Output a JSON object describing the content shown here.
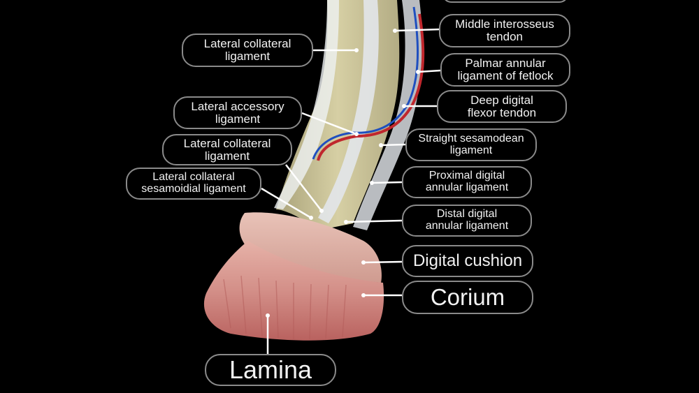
{
  "labels": {
    "middle_interosseus": "Middle interosseus\ntendon",
    "lateral_collateral_top": "Lateral collateral\nligament",
    "palmar_annular": "Palmar annular\nligament of fetlock",
    "deep_digital_flexor": "Deep digital\nflexor tendon",
    "lateral_accessory": "Lateral accessory\nligament",
    "straight_sesamodean": "Straight sesamodean\nligament",
    "lateral_collateral_mid": "Lateral collateral\nligament",
    "lateral_collateral_sesamoidial": "Lateral collateral\nsesamoidial ligament",
    "proximal_digital_annular": "Proximal digital\nannular ligament",
    "distal_digital_annular": "Distal digital\nannular ligament",
    "digital_cushion": "Digital cushion",
    "corium": "Corium",
    "lamina": "Lamina"
  },
  "colors": {
    "background": "#000000",
    "label_border": "#8a8a8a",
    "label_text": "#f2f2f2",
    "bone": "#cfc79a",
    "tendon": "#dfe3e6",
    "hoof": "#c97a78",
    "artery": "#c0272d",
    "vein": "#1f4fbf"
  }
}
